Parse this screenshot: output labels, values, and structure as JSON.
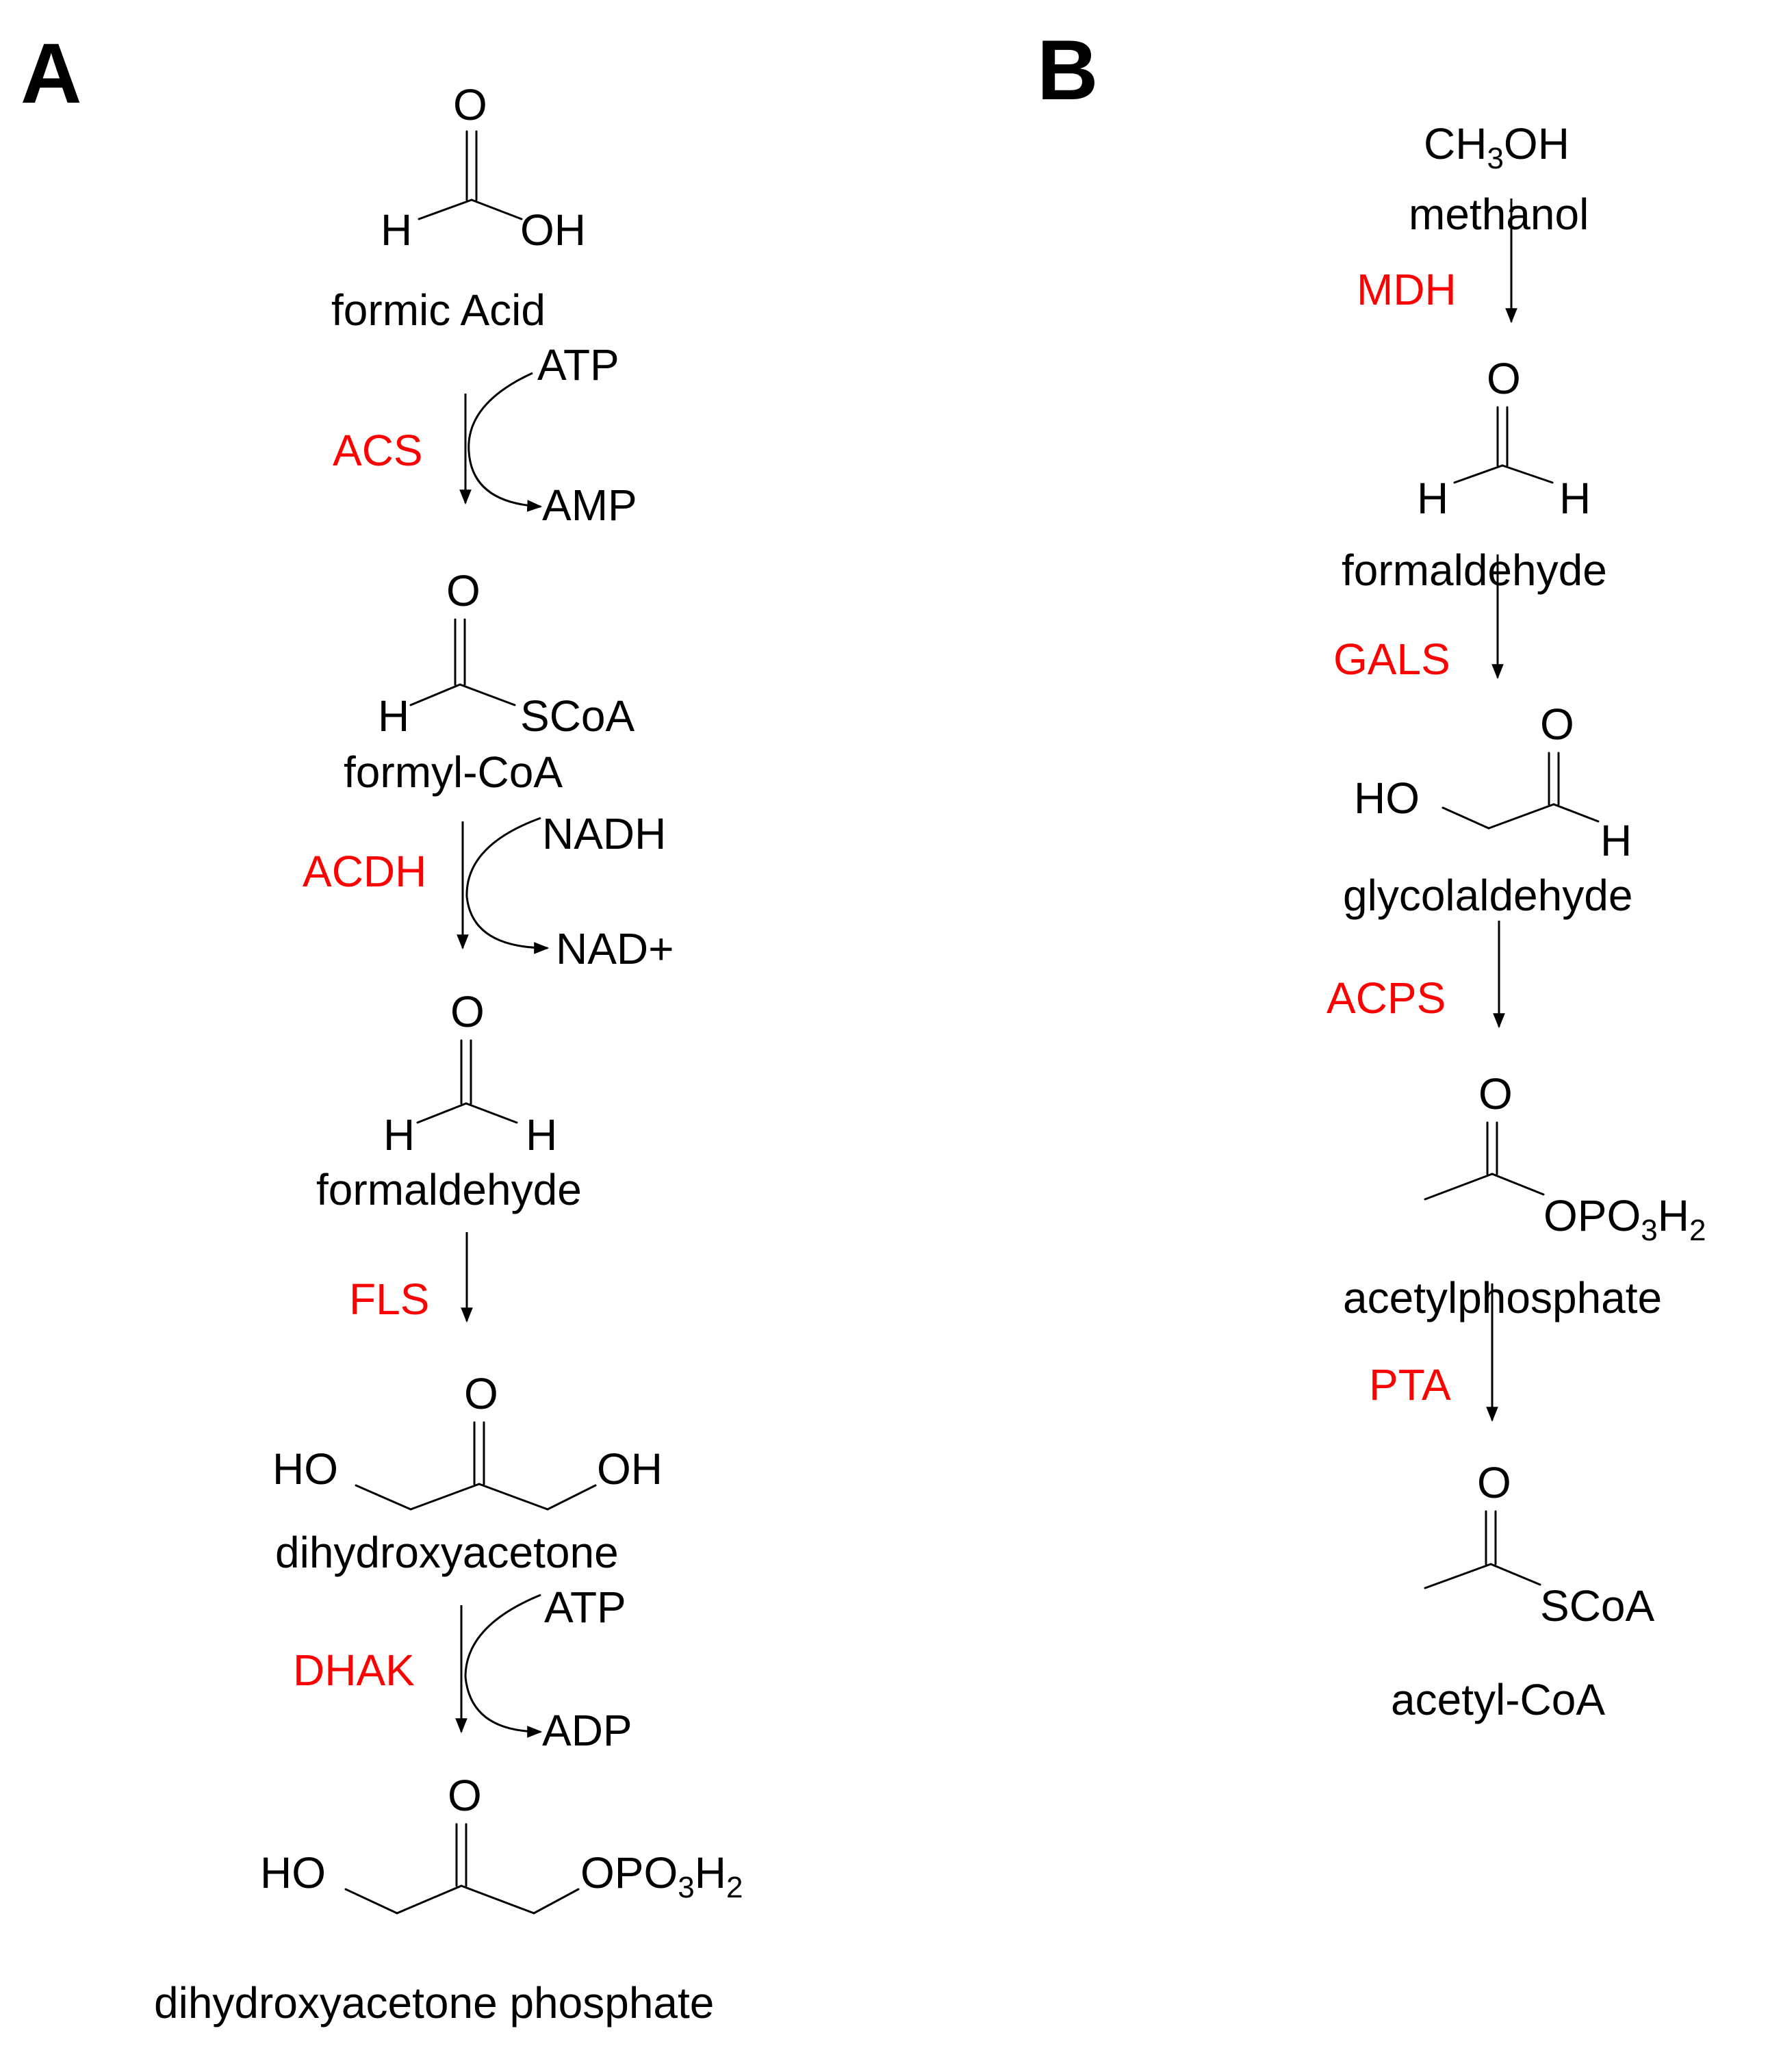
{
  "panels": {
    "a": "A",
    "b": "B"
  },
  "colors": {
    "enzyme": "#ff0000",
    "text": "#000000"
  },
  "pathway_a": {
    "formic_acid": {
      "o": "O",
      "h": "H",
      "oh": "OH",
      "name": "formic Acid"
    },
    "step1": {
      "enzyme": "ACS",
      "cofactor_in": "ATP",
      "cofactor_out": "AMP"
    },
    "formyl_coa": {
      "o": "O",
      "h": "H",
      "scoa": "SCoA",
      "name": "formyl-CoA"
    },
    "step2": {
      "enzyme": "ACDH",
      "cofactor_in": "NADH",
      "cofactor_out": "NAD+"
    },
    "formaldehyde": {
      "o": "O",
      "h1": "H",
      "h2": "H",
      "name": "formaldehyde"
    },
    "step3": {
      "enzyme": "FLS"
    },
    "dihydroxyacetone": {
      "o": "O",
      "ho": "HO",
      "oh": "OH",
      "name": "dihydroxyacetone"
    },
    "step4": {
      "enzyme": "DHAK",
      "cofactor_in": "ATP",
      "cofactor_out": "ADP"
    },
    "dhap": {
      "o": "O",
      "ho": "HO",
      "opo3h2": {
        "a": "OPO",
        "b": "3",
        "c": "H",
        "d": "2"
      },
      "name": "dihydroxyacetone phosphate"
    }
  },
  "pathway_b": {
    "methanol": {
      "formula": {
        "a": "CH",
        "b": "3",
        "c": "OH"
      },
      "name": "methanol"
    },
    "step1": {
      "enzyme": "MDH"
    },
    "formaldehyde": {
      "o": "O",
      "h1": "H",
      "h2": "H",
      "name": "formaldehyde"
    },
    "step2": {
      "enzyme": "GALS"
    },
    "glycolaldehyde": {
      "o": "O",
      "ho": "HO",
      "h": "H",
      "name": "glycolaldehyde"
    },
    "step3": {
      "enzyme": "ACPS"
    },
    "acetylphosphate": {
      "o": "O",
      "opo3h2": {
        "a": "OPO",
        "b": "3",
        "c": "H",
        "d": "2"
      },
      "name": "acetylphosphate"
    },
    "step4": {
      "enzyme": "PTA"
    },
    "acetyl_coa": {
      "o": "O",
      "scoa": "SCoA",
      "name": "acetyl-CoA"
    }
  }
}
